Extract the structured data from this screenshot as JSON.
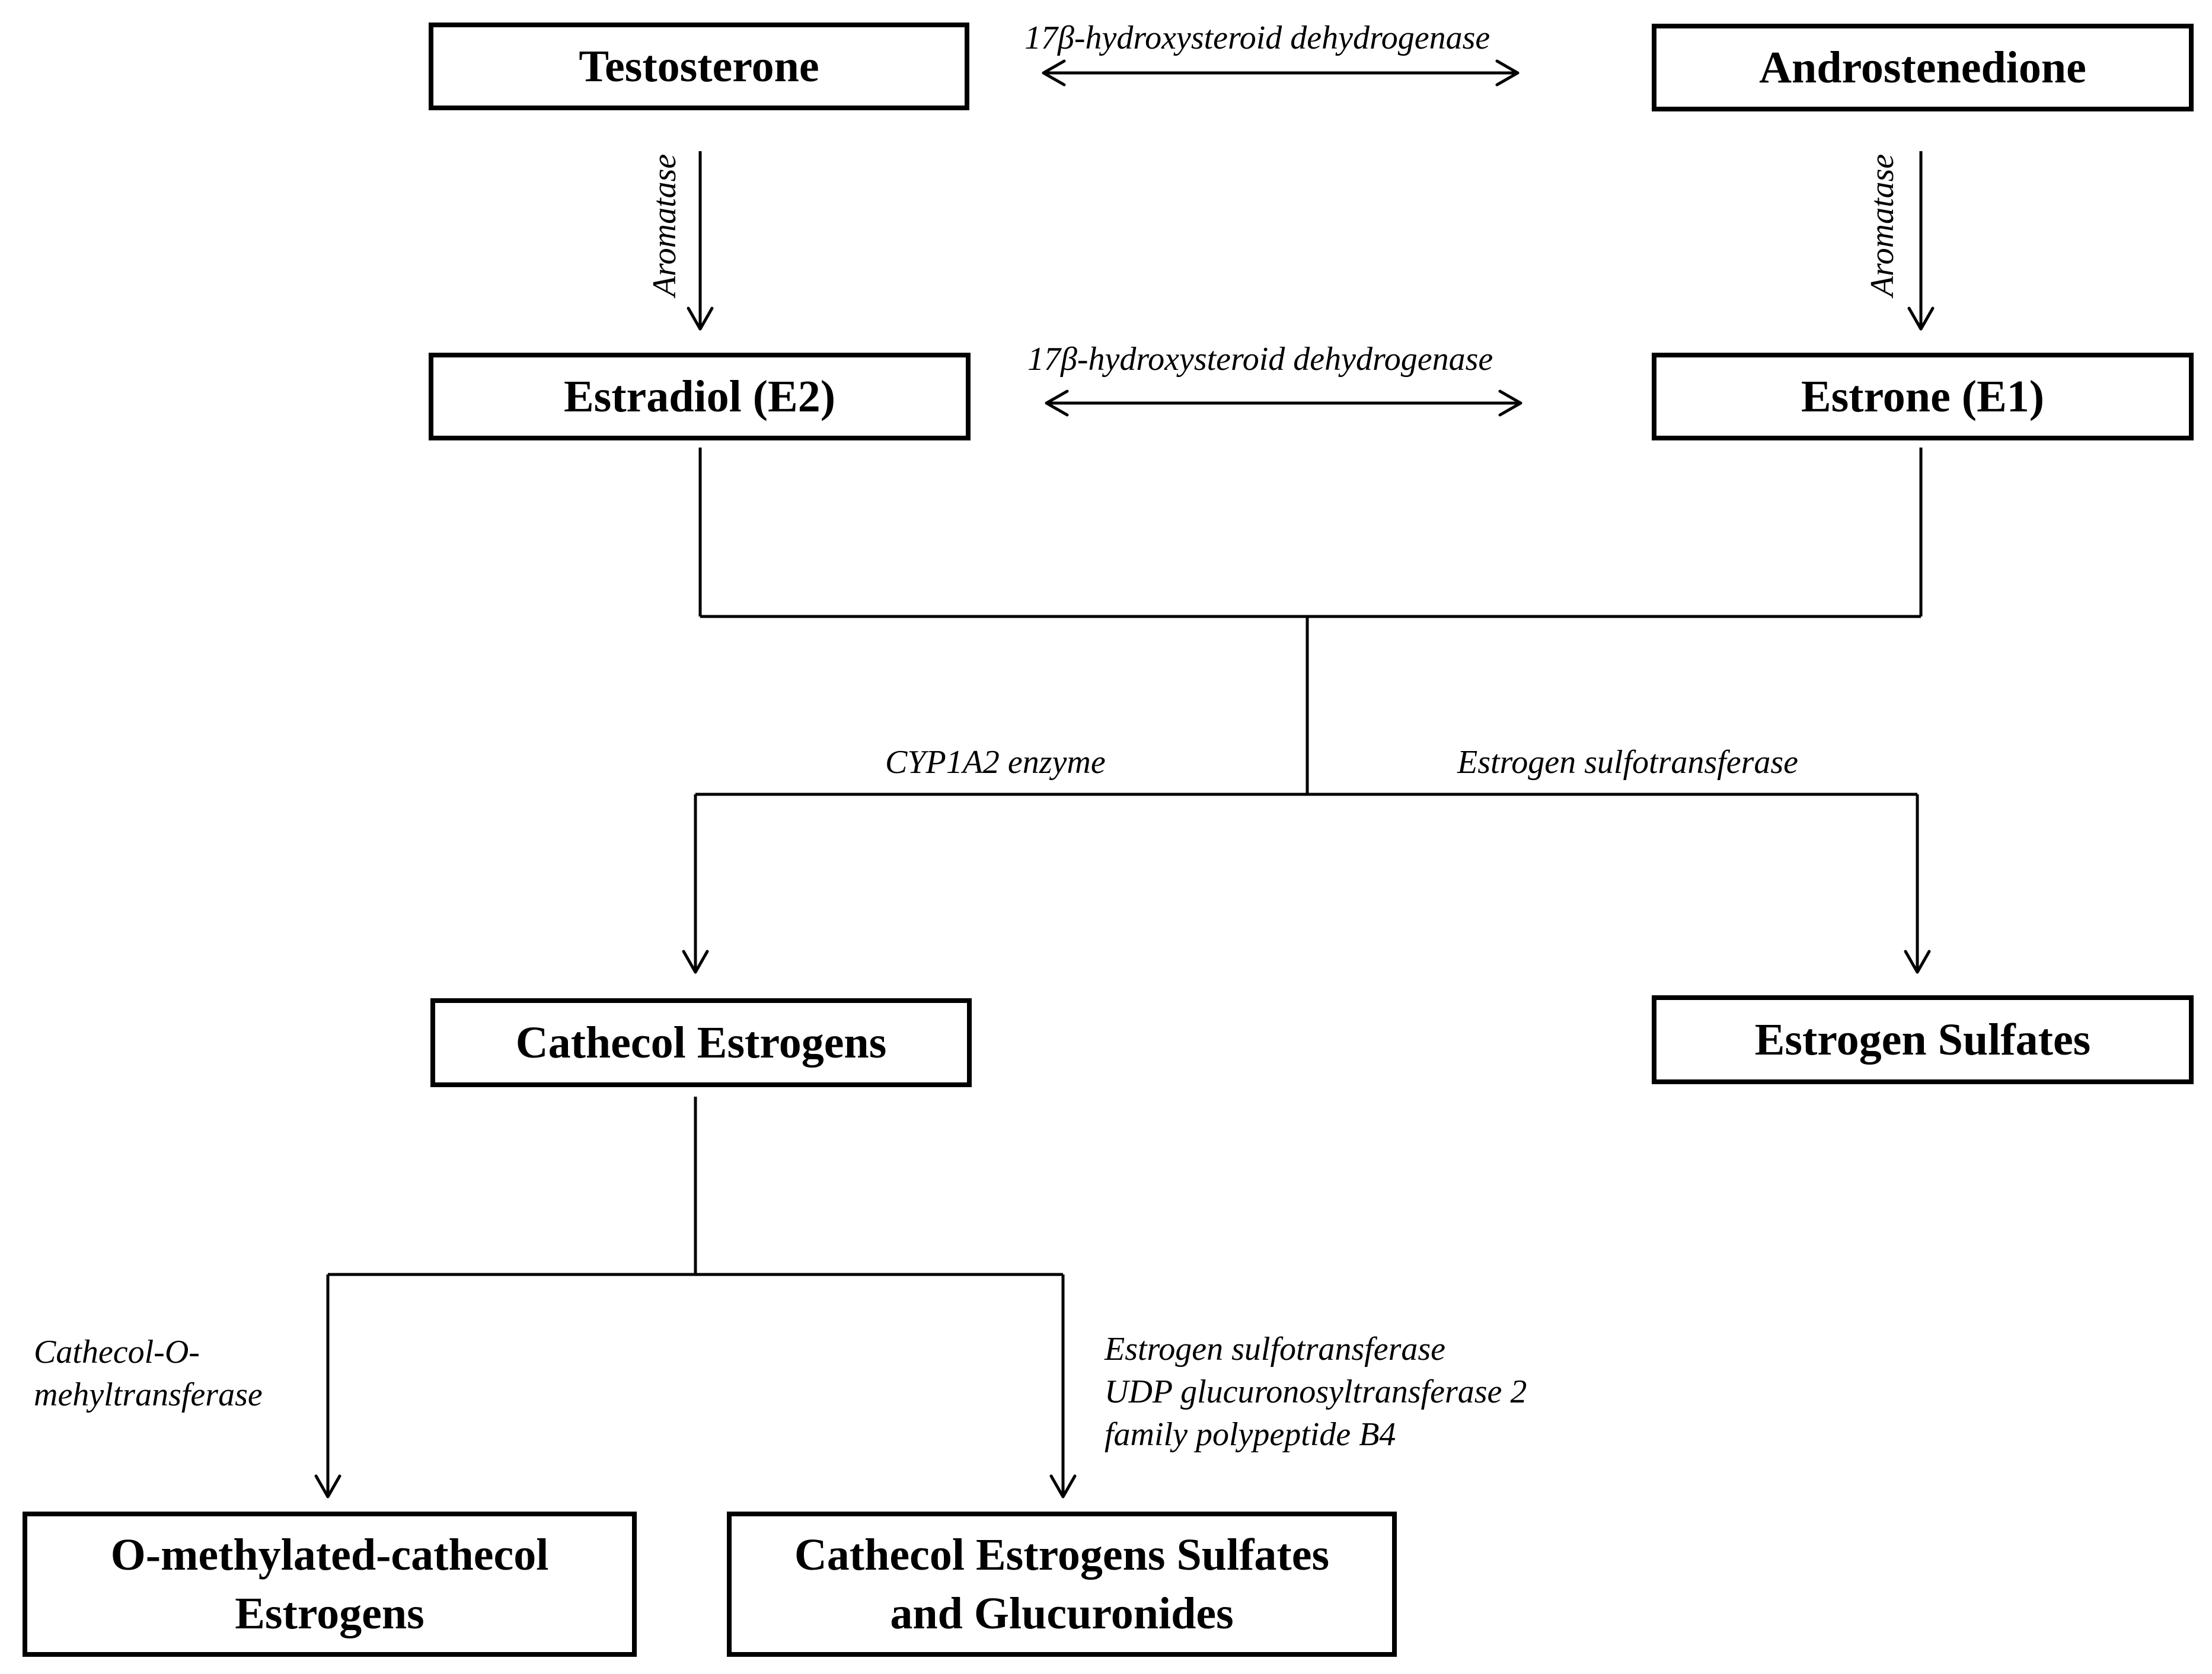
{
  "nodes": {
    "testosterone": "Testosterone",
    "androstenedione": "Androstenedione",
    "estradiol": "Estradiol (E2)",
    "estrone": "Estrone (E1)",
    "cathecol_estrogens": "Cathecol Estrogens",
    "estrogen_sulfates": "Estrogen Sulfates",
    "o_methylated": {
      "line1": "O-methylated-cathecol",
      "line2": "Estrogens"
    },
    "sulfates_glucuronides": {
      "line1": "Cathecol Estrogens Sulfates",
      "line2": "and Glucuronides"
    }
  },
  "enzymes": {
    "hsd_top": "17β-hydroxysteroid dehydrogenase",
    "hsd_middle": "17β-hydroxysteroid dehydrogenase",
    "aromatase_left": "Aromatase",
    "aromatase_right": "Aromatase",
    "cyp1a2": "CYP1A2 enzyme",
    "sulfotransferase": "Estrogen sulfotransferase",
    "comt": {
      "line1": "Cathecol-O-",
      "line2": "mehyltransferase"
    },
    "conjugation": {
      "line1": "Estrogen sulfotransferase",
      "line2": "UDP glucuronosyltransferase 2",
      "line3": "family  polypeptide B4"
    }
  }
}
